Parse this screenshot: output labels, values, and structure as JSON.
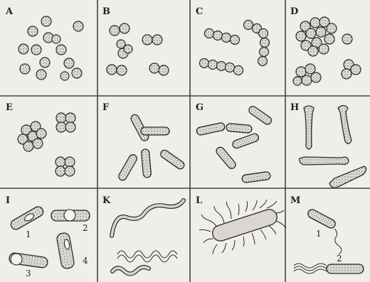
{
  "panels": [
    {
      "id": "A",
      "label": "A"
    },
    {
      "id": "B",
      "label": "B"
    },
    {
      "id": "C",
      "label": "C"
    },
    {
      "id": "D",
      "label": "D"
    },
    {
      "id": "E",
      "label": "E"
    },
    {
      "id": "F",
      "label": "F"
    },
    {
      "id": "G",
      "label": "G"
    },
    {
      "id": "H",
      "label": "H"
    },
    {
      "id": "I",
      "label": "I",
      "numbers": [
        "1",
        "2",
        "3",
        "4"
      ]
    },
    {
      "id": "K",
      "label": "K"
    },
    {
      "id": "L",
      "label": "L"
    },
    {
      "id": "M",
      "label": "M",
      "numbers": [
        "1",
        "2"
      ]
    }
  ]
}
